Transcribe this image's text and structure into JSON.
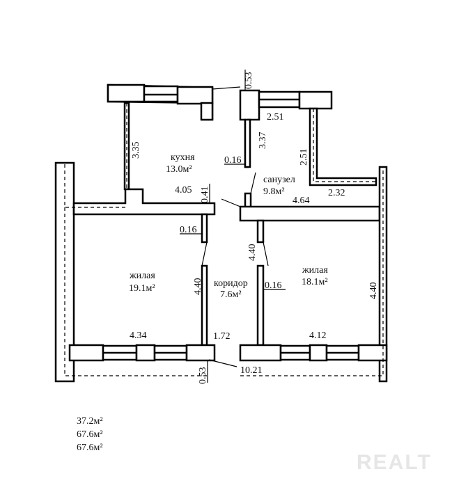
{
  "rooms": {
    "kitchen": {
      "name": "кухня",
      "area": "13.0м²"
    },
    "bathroom": {
      "name": "санузел",
      "area": "9.8м²"
    },
    "living_left": {
      "name": "жилая",
      "area": "19.1м²"
    },
    "corridor": {
      "name": "коридор",
      "area": "7.6м²"
    },
    "living_right": {
      "name": "жилая",
      "area": "18.1м²"
    }
  },
  "dimensions": {
    "d_053_top": "0.53",
    "d_251_h": "2.51",
    "d_335": "3.35",
    "d_337": "3.37",
    "d_016_a": "0.16",
    "d_251_v": "2.51",
    "d_405": "4.05",
    "d_041": "0.41",
    "d_464": "4.64",
    "d_232": "2.32",
    "d_016_b": "0.16",
    "d_440_mid_right": "4.40",
    "d_440_left": "4.40",
    "d_016_c": "0.16",
    "d_440_right": "4.40",
    "d_434": "4.34",
    "d_172": "1.72",
    "d_412": "4.12",
    "d_053_bottom": "0.53",
    "d_1021": "10.21"
  },
  "totals": [
    "37.2м²",
    "67.6м²",
    "67.6м²"
  ],
  "watermark": "REALT"
}
